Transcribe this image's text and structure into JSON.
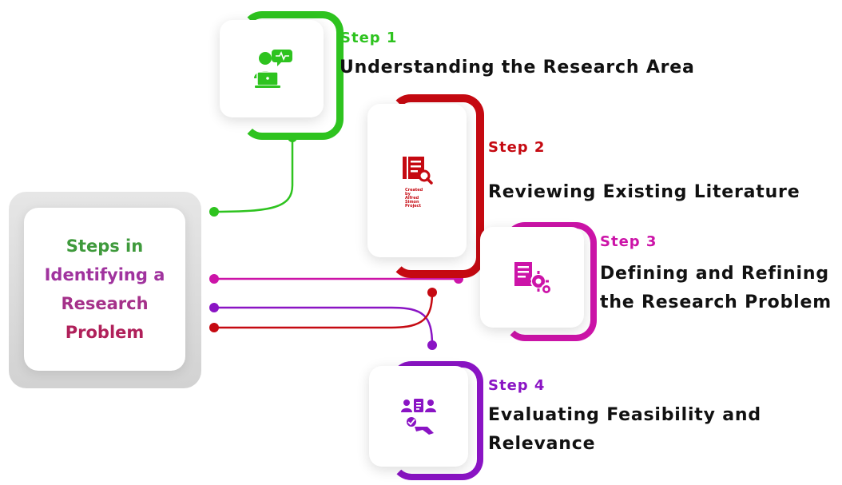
{
  "center": {
    "line1": "Steps in",
    "line2": "Identifying a",
    "line3": "Research",
    "line4": "Problem"
  },
  "steps": [
    {
      "label": "Step 1",
      "title_lines": [
        "Understanding the Research Area"
      ],
      "color": "#2ec31f",
      "icon": "person-laptop-icon"
    },
    {
      "label": "Step 2",
      "title_lines": [
        "Reviewing Existing Literature"
      ],
      "color": "#c50911",
      "icon": "document-search-icon",
      "icon_credit": [
        "Created by",
        "Alfred",
        "Simon",
        "Project"
      ]
    },
    {
      "label": "Step 3",
      "title_lines": [
        "Defining and Refining",
        "the Research Problem"
      ],
      "color": "#cc14a8",
      "icon": "document-gears-icon"
    },
    {
      "label": "Step 4",
      "title_lines": [
        "Evaluating Feasibility and",
        "Relevance"
      ],
      "color": "#8a14c4",
      "icon": "team-handshake-icon"
    }
  ]
}
